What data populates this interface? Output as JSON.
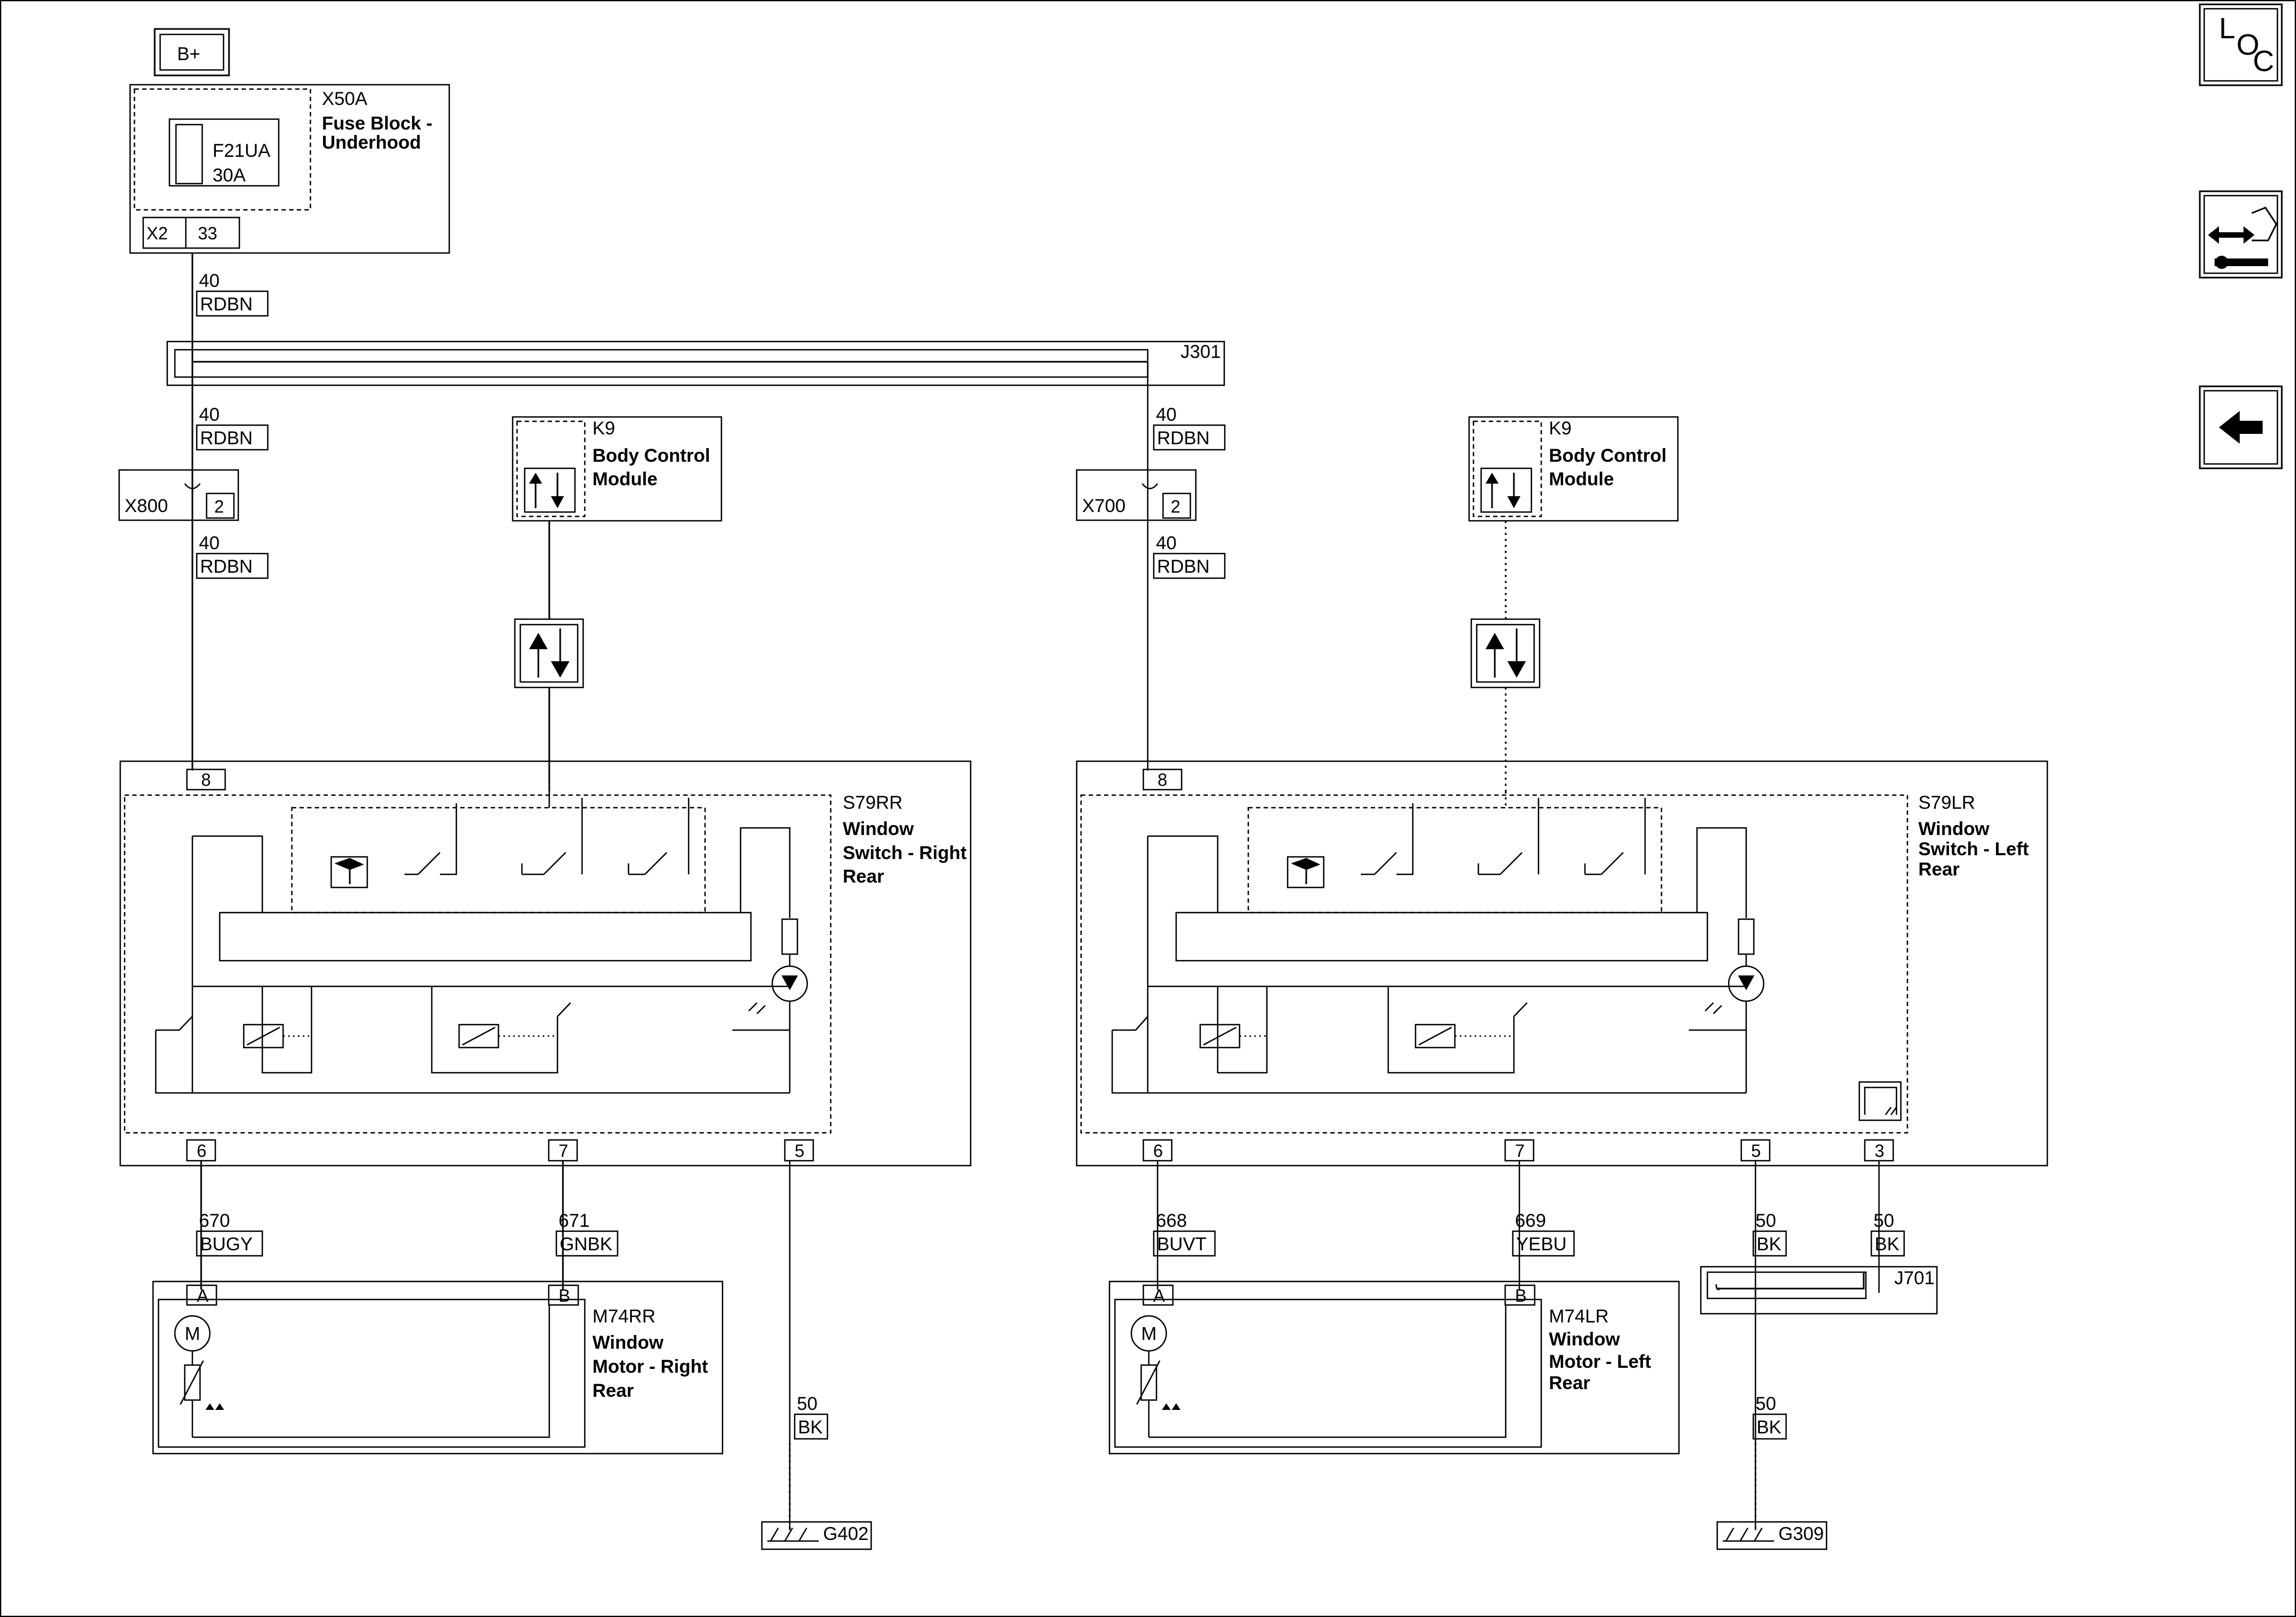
{
  "power": {
    "bplus": "B+"
  },
  "fuse_block": {
    "id": "X50A",
    "name_line1": "Fuse Block -",
    "name_line2": "Underhood",
    "fuse_id": "F21UA",
    "fuse_rating": "30A",
    "connector": "X2",
    "pin": "33"
  },
  "splice_j301": "J301",
  "splice_j701": "J701",
  "bcm": {
    "id": "K9",
    "name_line1": "Body Control",
    "name_line2": "Module"
  },
  "inline_connectors": {
    "right": {
      "id": "X800",
      "pin": "2"
    },
    "left": {
      "id": "X700",
      "pin": "2"
    }
  },
  "wires": {
    "w40": "40",
    "rdbn": "RDBN",
    "w670": "670",
    "bugy": "BUGY",
    "w671": "671",
    "gnbk": "GNBK",
    "w668": "668",
    "buvt": "BUVT",
    "w669": "669",
    "yebu": "YEBU",
    "w50": "50",
    "bk": "BK"
  },
  "switch_rr": {
    "id": "S79RR",
    "l1": "Window",
    "l2": "Switch - Right",
    "l3": "Rear",
    "pin_top": "8",
    "pin_a": "6",
    "pin_b": "7",
    "pin_c": "5"
  },
  "switch_lr": {
    "id": "S79LR",
    "l1": "Window",
    "l2": "Switch - Left",
    "l3": "Rear",
    "pin_top": "8",
    "pin_a": "6",
    "pin_b": "7",
    "pin_c": "5",
    "pin_d": "3"
  },
  "motor_rr": {
    "id": "M74RR",
    "l1": "Window",
    "l2": "Motor - Right",
    "l3": "Rear",
    "pin_a": "A",
    "pin_b": "B",
    "symbol": "M"
  },
  "motor_lr": {
    "id": "M74LR",
    "l1": "Window",
    "l2": "Motor - Left",
    "l3": "Rear",
    "pin_a": "A",
    "pin_b": "B",
    "symbol": "M"
  },
  "grounds": {
    "right": "G402",
    "left": "G309"
  },
  "nav": {
    "loc_l": "L",
    "loc_o": "O",
    "loc_c": "C",
    "icons": [
      "loc-icon",
      "connector-info-icon",
      "back-arrow-icon"
    ]
  }
}
